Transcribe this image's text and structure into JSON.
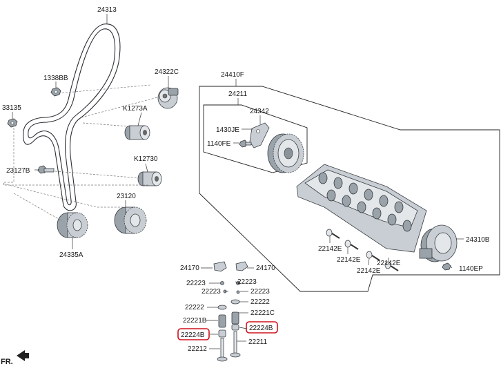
{
  "labels": {
    "p24313": "24313",
    "p1338BB": "1338BB",
    "p33135": "33135",
    "p24322C": "24322C",
    "pK1273A": "K1273A",
    "pK12730": "K12730",
    "p23127B": "23127B",
    "p23120": "23120",
    "p24335A": "24335A",
    "p24410F": "24410F",
    "p24211": "24211",
    "p24342": "24342",
    "p1430JE": "1430JE",
    "p1140FE": "1140FE",
    "p24310B": "24310B",
    "p1140EP": "1140EP",
    "p22142E": "22142E",
    "p24170": "24170",
    "p22223": "22223",
    "p22222": "22222",
    "p22221C": "22221C",
    "p22221B": "22221B",
    "p22224B": "22224B",
    "p22211": "22211",
    "p22212": "22212",
    "front": "FR."
  },
  "highlight_color": "#d0101b"
}
